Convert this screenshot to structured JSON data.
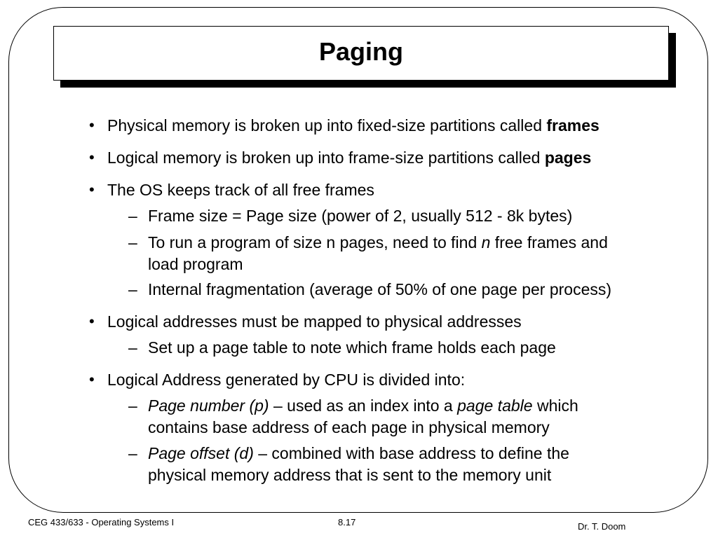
{
  "title": "Paging",
  "bullets": [
    {
      "text_before": "Physical memory is broken up into fixed-size partitions called ",
      "bold": "frames"
    },
    {
      "text_before": "Logical memory is broken up into frame-size partitions called ",
      "bold": "pages"
    },
    {
      "text": "The OS keeps track of all free frames",
      "subs": [
        {
          "text": "Frame size = Page size  (power of 2, usually 512 - 8k bytes)"
        },
        {
          "line1_before": "To run a program of size n pages, need to find ",
          "line1_italic": "n",
          "line1_after": " free frames and",
          "line2": "load program"
        },
        {
          "text": "Internal fragmentation (average of 50% of one page per process)"
        }
      ]
    },
    {
      "text": "Logical addresses must be mapped to physical addresses",
      "subs": [
        {
          "text": "Set up a page table to note which frame holds each page"
        }
      ]
    },
    {
      "text": "Logical Address generated by CPU is divided into:",
      "subs": [
        {
          "italic1": "Page number (p)",
          "mid": " – used as an index into a ",
          "italic2": "page table",
          "after": " which",
          "line2": "contains base address of each page in physical memory"
        },
        {
          "italic1": "Page offset (d)",
          "after": " – combined with base address to define the",
          "line2": "physical memory address that is sent to the memory unit"
        }
      ]
    }
  ],
  "bullet_glyph": "•",
  "dash_glyph": "–",
  "footer": {
    "left": "CEG 433/633 - Operating Systems I",
    "center": "8.17",
    "right": "Dr. T. Doom"
  }
}
